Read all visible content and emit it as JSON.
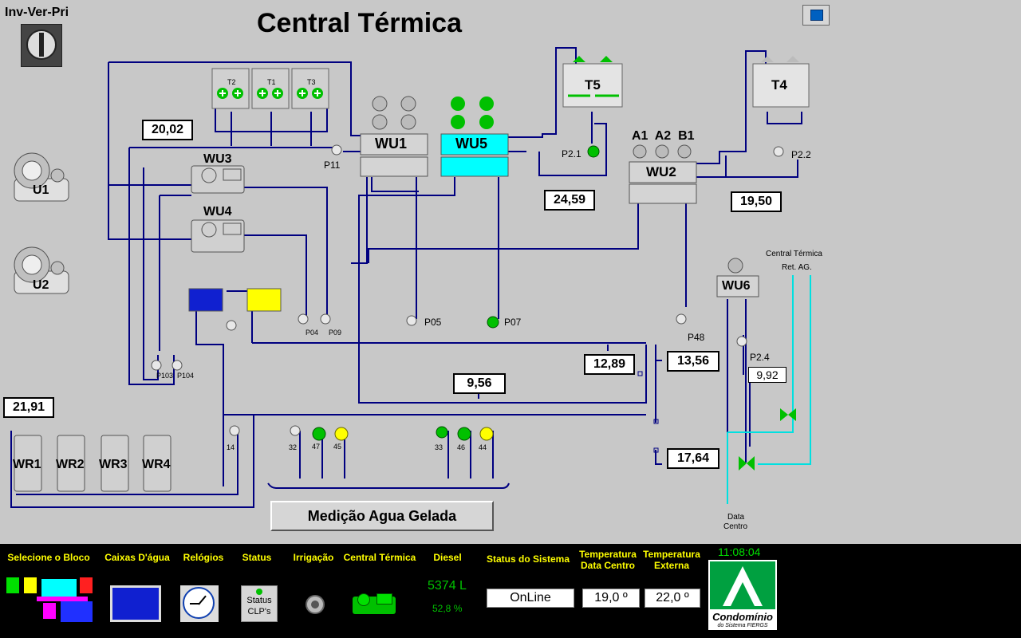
{
  "header": {
    "title": "Central Térmica",
    "mode_label": "Inv-Ver-Pri"
  },
  "values": {
    "v_2002": "20,02",
    "v_2459": "24,59",
    "v_1950": "19,50",
    "v_1289": "12,89",
    "v_1356": "13,56",
    "v_956": "9,56",
    "v_2191": "21,91",
    "v_1764": "17,64",
    "v_992": "9,92"
  },
  "equipment": {
    "wu1": "WU1",
    "wu5": "WU5",
    "wu2": "WU2",
    "wu3": "WU3",
    "wu4": "WU4",
    "wu6": "WU6",
    "t5": "T5",
    "t4": "T4",
    "t1": "T1",
    "t2": "T2",
    "t3": "T3",
    "u1": "U1",
    "u2": "U2",
    "wr1": "WR1",
    "wr2": "WR2",
    "wr3": "WR3",
    "wr4": "WR4",
    "a1a2b1": "A1  A2  B1"
  },
  "pumps": {
    "p11": "P11",
    "p21": "P2.1",
    "p22": "P2.2",
    "p05": "P05",
    "p07": "P07",
    "p48": "P48",
    "p04": "P04",
    "p09": "P09",
    "p103": "P103",
    "p104": "P104",
    "p24": "P2.4",
    "n14": "14",
    "n32": "32",
    "n47": "47",
    "n45": "45",
    "n33": "33",
    "n46": "46",
    "n44": "44"
  },
  "annotations": {
    "central_ret_1": "Central Térmica",
    "central_ret_2": "Ret. AG.",
    "data_centro_1": "Data",
    "data_centro_2": "Centro"
  },
  "actions": {
    "medicao": "Medição Agua Gelada"
  },
  "footer": {
    "nav": {
      "selecione": "Selecione o Bloco",
      "caixas": "Caixas D'água",
      "relogios": "Relógios",
      "status": "Status",
      "irrigacao": "Irrigação",
      "central": "Central Térmica",
      "diesel": "Diesel",
      "status_sistema": "Status do Sistema",
      "temp_dc_1": "Temperatura",
      "temp_dc_2": "Data Centro",
      "temp_ext_1": "Temperatura",
      "temp_ext_2": "Externa"
    },
    "status_clps_1": "Status",
    "status_clps_2": "CLP's",
    "clock": "11:08:04",
    "diesel_liters": "5374 L",
    "diesel_pct": "52,8 %",
    "system_status": "OnLine",
    "temp_dc": "19,0 º",
    "temp_ext": "22,0 º",
    "logo_name": "Condomínio",
    "logo_sub": "do Sistema FIERGS"
  },
  "colors": {
    "pipe": "#000080",
    "active": "#00e000",
    "highlight": "#00ffff",
    "yellow": "#ffff00",
    "background": "#c8c8c8"
  }
}
